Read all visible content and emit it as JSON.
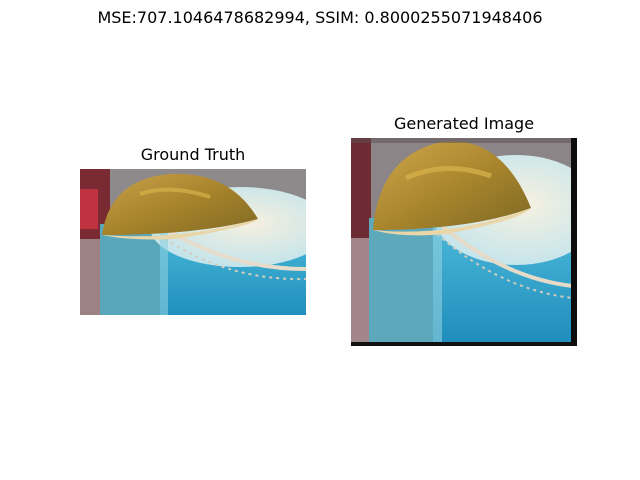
{
  "figure": {
    "suptitle": "MSE:707.1046478682994, SSIM: 0.8000255071948406"
  },
  "panels": [
    {
      "title": "Ground Truth"
    },
    {
      "title": "Generated Image"
    }
  ],
  "colors": {
    "lime": "#b08a2e",
    "lime_highlight": "#d8b24a",
    "drink": "#2fa6cf",
    "foam": "#ebe3cf",
    "glass_left": "#62a9bd",
    "background": "#9a4b4e"
  }
}
